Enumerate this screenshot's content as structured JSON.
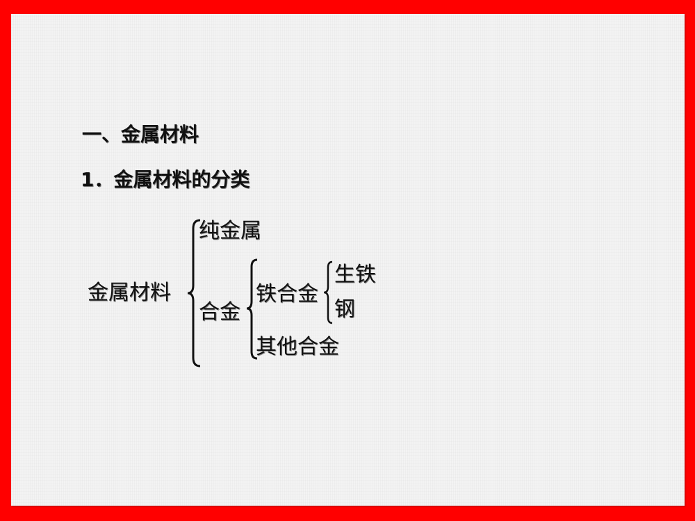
{
  "slide": {
    "section_heading": "一、金属材料",
    "subheading": "1．金属材料的分类",
    "diagram": {
      "root": "金属材料",
      "level1": [
        "纯金属",
        "合金"
      ],
      "alloy_children": [
        "铁合金",
        "其他合金"
      ],
      "iron_alloy_children": [
        "生铁",
        "钢"
      ]
    },
    "colors": {
      "border": "#ff0000",
      "background": "#f3f3f3",
      "text": "#111111"
    }
  }
}
